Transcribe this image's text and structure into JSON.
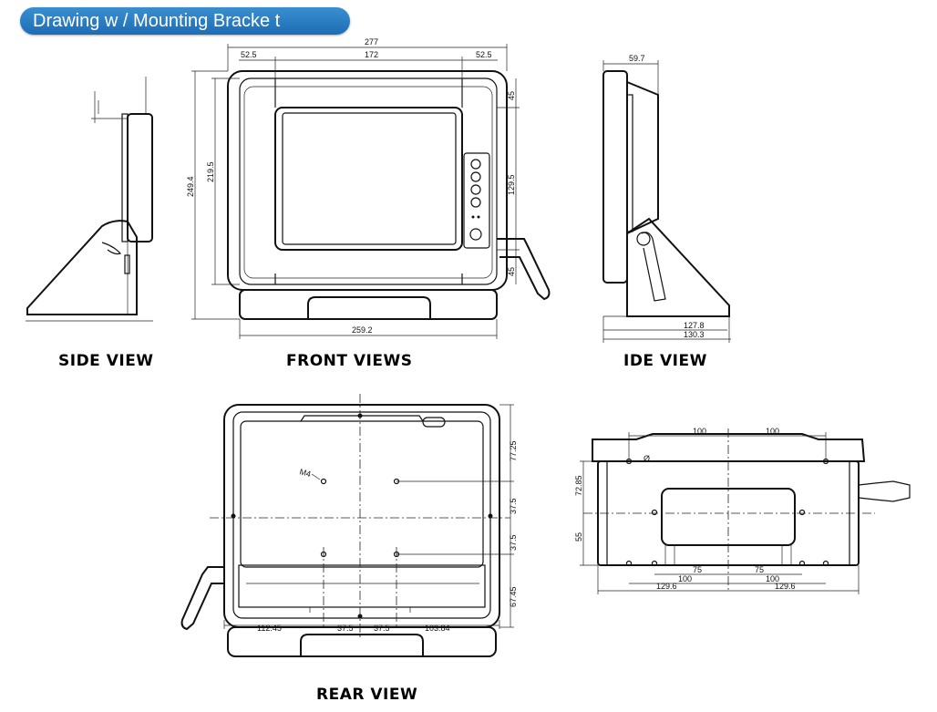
{
  "header": {
    "title": "Drawing w / Mounting Bracke      t"
  },
  "labels": {
    "side_view": "SIDE VIEW",
    "front_views": "FRONT VIEWS",
    "ide_view": "IDE VIEW",
    "rear_view": "REAR VIEW"
  },
  "front_dims": {
    "overall_width": "277",
    "left_margin": "52.5",
    "screen_width": "172",
    "right_margin": "52.5",
    "overall_height": "249.4",
    "body_height": "219.5",
    "top_offset": "45",
    "screen_height": "129.5",
    "bottom_offset": "45",
    "base_width": "259.2"
  },
  "side_dims": {
    "depth_top": "59.7",
    "base_depth_1": "127.8",
    "base_depth_2": "130.3"
  },
  "rear_dims": {
    "hole_label": "M4",
    "top": "77.25",
    "pitch_1": "37.5",
    "pitch_2": "37.5",
    "bottom": "67.45",
    "left": "112.45",
    "h_pitch_1": "37.5",
    "h_pitch_2": "37.5",
    "right": "103.84"
  },
  "bottom_dims": {
    "top_left": "100",
    "top_right": "100",
    "dia": "Ø",
    "left_upper": "72.85",
    "left_lower": "55",
    "pitch_left": "75",
    "pitch_right": "75",
    "mid_left": "100",
    "mid_right": "100",
    "outer_left": "129.6",
    "outer_right": "129.6"
  }
}
